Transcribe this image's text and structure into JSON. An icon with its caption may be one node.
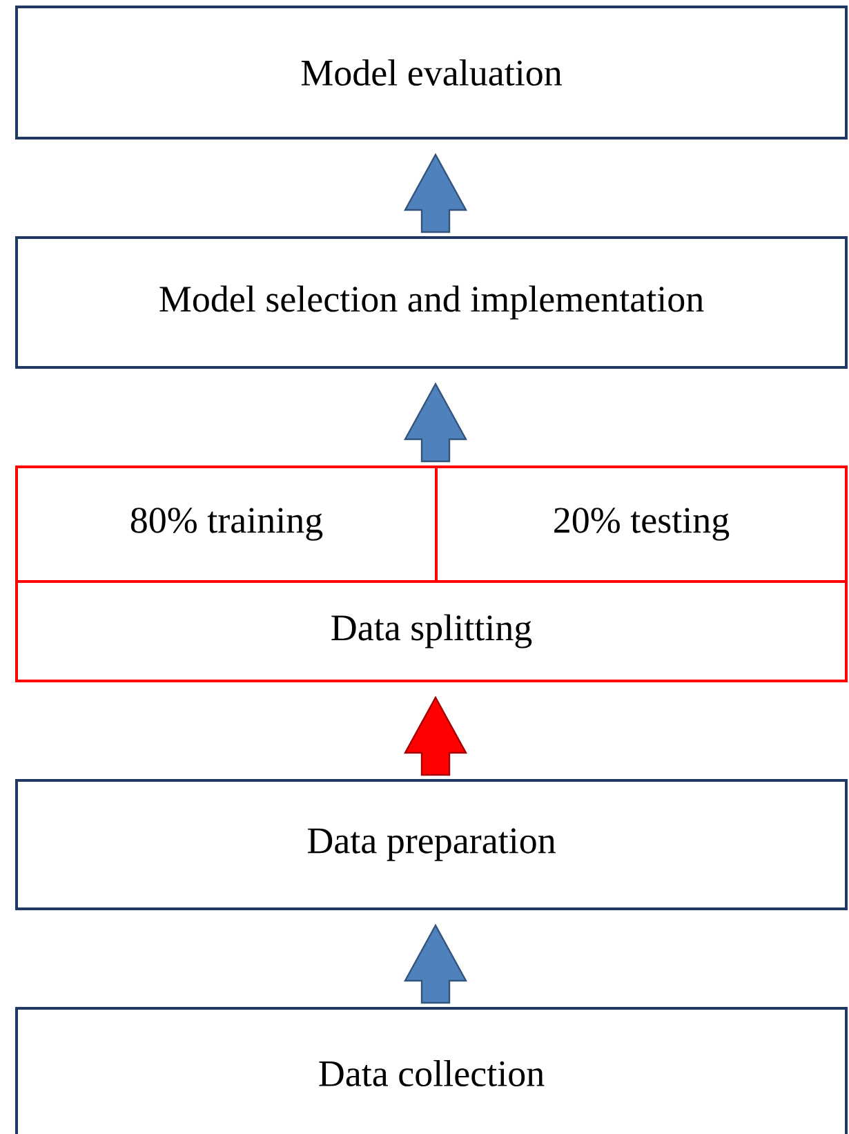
{
  "diagram": {
    "nodes": [
      {
        "text": [
          "Model evaluation"
        ]
      },
      {
        "text": [
          "Model selection and implementation"
        ]
      },
      {
        "text": [
          "Data splitting"
        ]
      },
      {
        "text": [
          "80% training"
        ],
        "in": 2
      },
      {
        "text": [
          "20% testing"
        ],
        "in": 2
      },
      {
        "text": [
          "Data preparation"
        ]
      },
      {
        "text": [
          "Data collection"
        ]
      }
    ],
    "edges": [
      {
        "from": 6,
        "to": 5,
        "arrow": "to"
      },
      {
        "from": 5,
        "to": 2,
        "arrow": "to",
        "color": "#ff0000"
      },
      {
        "from": 2,
        "to": 1,
        "arrow": "to"
      },
      {
        "from": 1,
        "to": 0,
        "arrow": "to"
      }
    ]
  }
}
